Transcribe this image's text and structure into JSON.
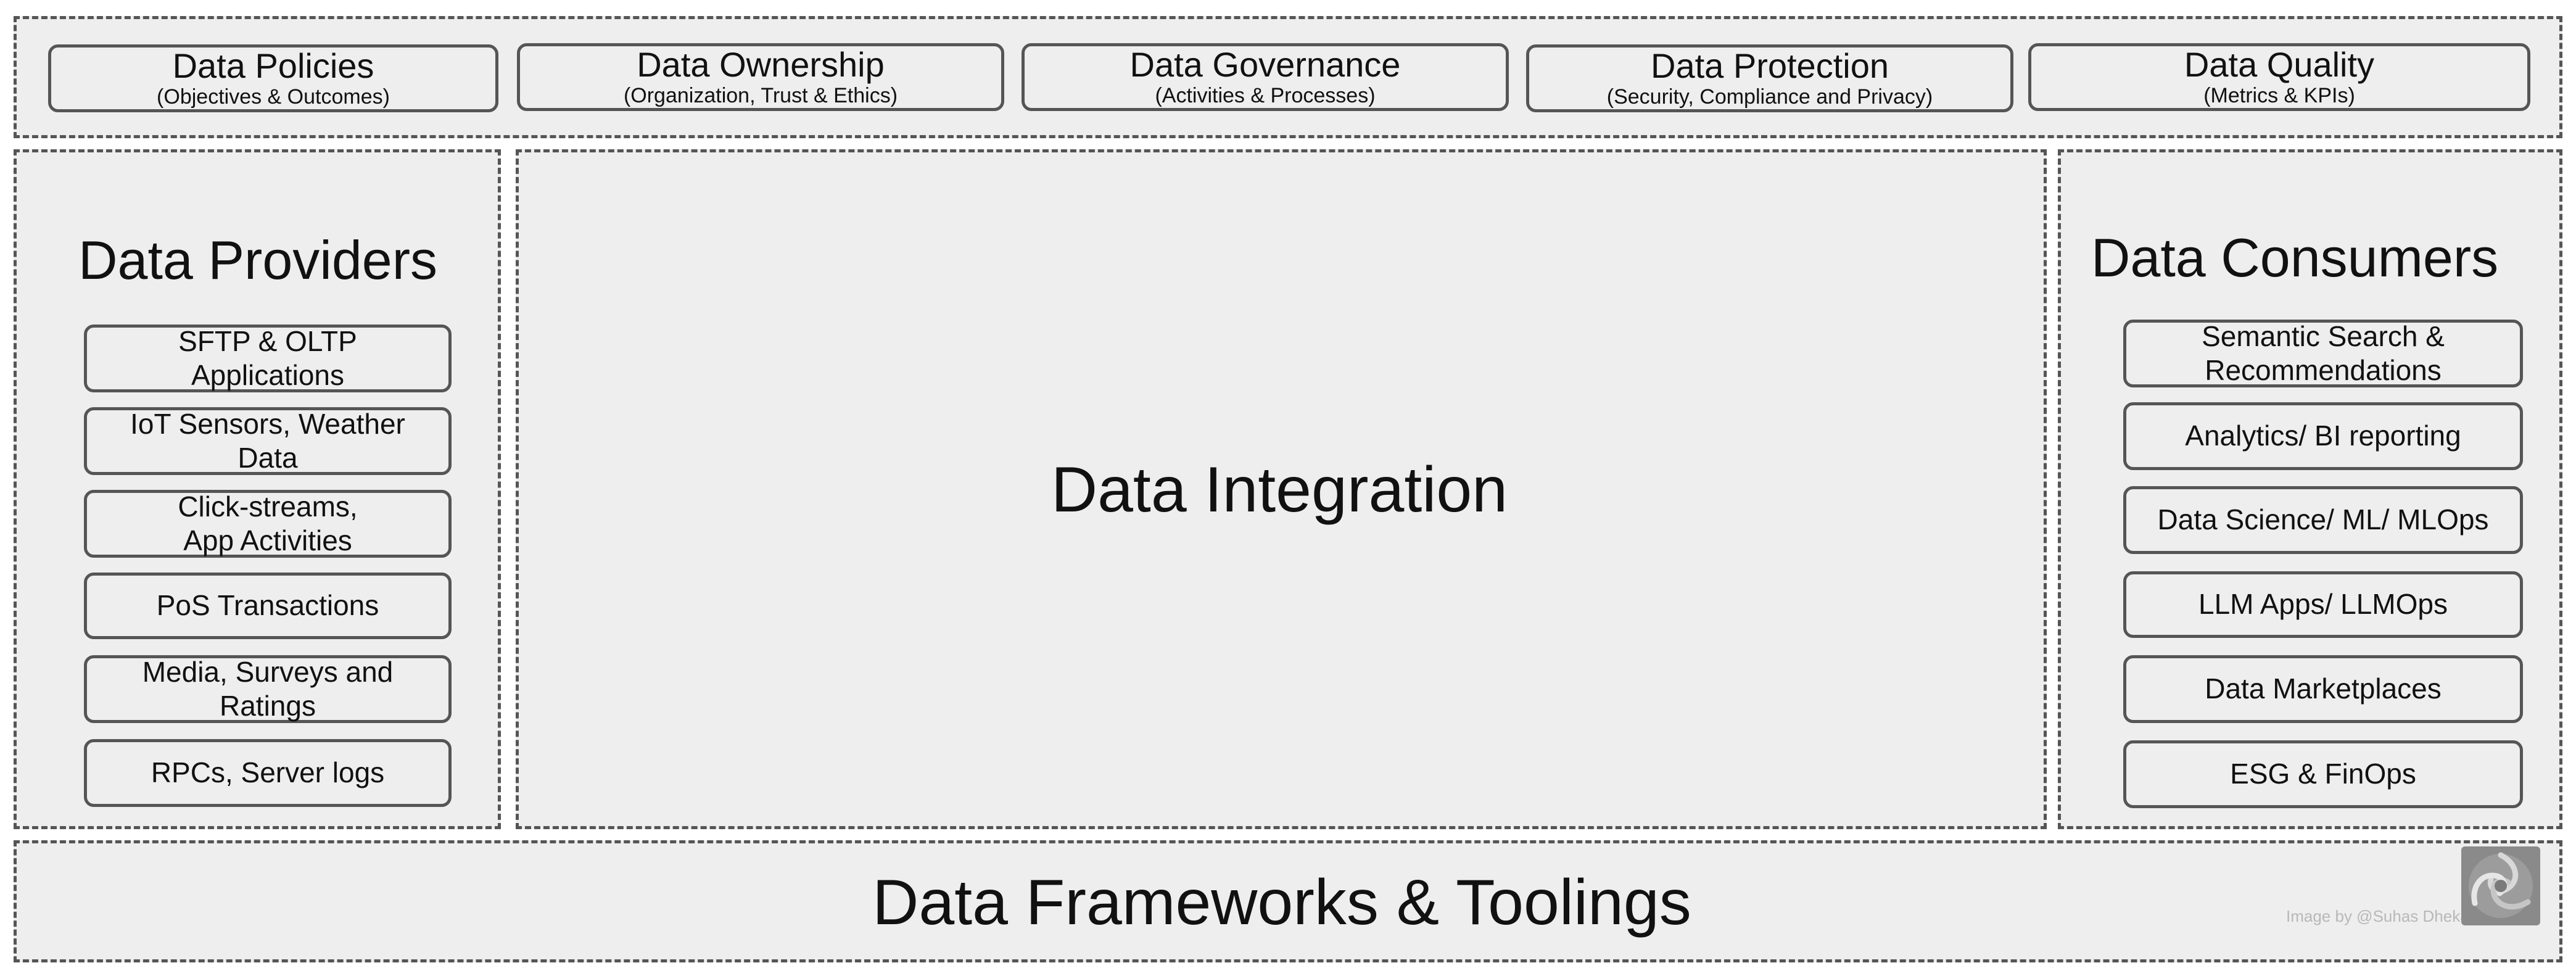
{
  "top_row": [
    {
      "title": "Data Policies",
      "subtitle": "(Objectives & Outcomes)"
    },
    {
      "title": "Data Ownership",
      "subtitle": "(Organization, Trust & Ethics)"
    },
    {
      "title": "Data Governance",
      "subtitle": "(Activities & Processes)"
    },
    {
      "title": "Data Protection",
      "subtitle": "(Security,  Compliance and Privacy)"
    },
    {
      "title": "Data Quality",
      "subtitle": "(Metrics & KPIs)"
    }
  ],
  "providers": {
    "title": "Data Providers",
    "items": [
      "SFTP & OLTP\nApplications",
      "IoT Sensors, Weather\nData",
      "Click-streams,\nApp Activities",
      "PoS Transactions",
      "Media, Surveys and\nRatings",
      "RPCs, Server logs"
    ]
  },
  "integration": {
    "title": "Data Integration"
  },
  "consumers": {
    "title": "Data Consumers",
    "items": [
      "Semantic Search &\nRecommendations",
      "Analytics/ BI reporting",
      "Data Science/ ML/ MLOps",
      "LLM Apps/ LLMOps",
      "Data Marketplaces",
      "ESG & FinOps"
    ]
  },
  "frameworks": {
    "title": "Data Frameworks & Toolings"
  },
  "credit": "Image by @Suhas Dhekane",
  "colors": {
    "panel_fill": "#eeeeee",
    "border": "#555555",
    "text": "#111111",
    "credit": "#b8b8b8"
  },
  "icons": {
    "logo": "swirl-logo-icon"
  }
}
